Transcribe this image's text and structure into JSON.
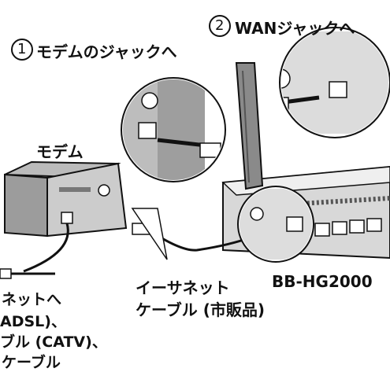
{
  "callout_modem_jack": {
    "number": "1",
    "text": "モデムのジャックへ"
  },
  "callout_wan_jack": {
    "number": "2",
    "text": "WANジャックへ"
  },
  "modem_label": "モデム",
  "cable_label": {
    "line1": "イーサネット",
    "line2": "ケーブル (市販品)"
  },
  "device_label": "BB-HG2000",
  "left_note": {
    "line1": "ネットへ",
    "line2": "ADSL)、",
    "line3": "ブル (CATV)、",
    "line4": "ケーブル"
  }
}
